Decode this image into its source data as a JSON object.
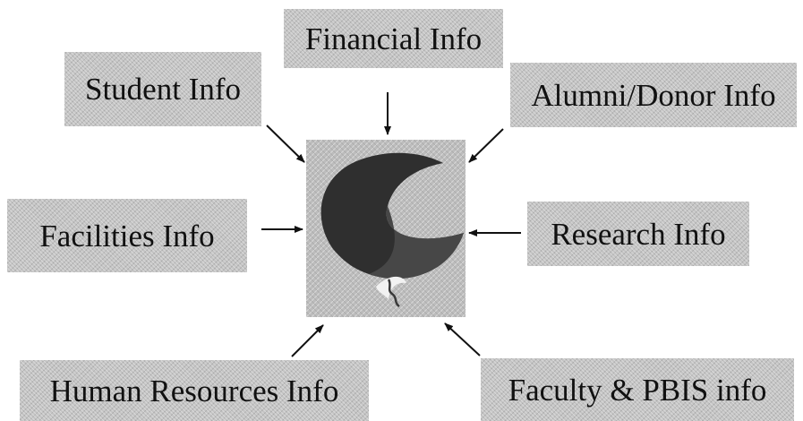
{
  "nodes": {
    "financial": "Financial Info",
    "student": "Student Info",
    "alumni": "Alumni/Donor Info",
    "facilities": "Facilities Info",
    "research": "Research Info",
    "human_resources": "Human Resources Info",
    "faculty": "Faculty & PBIS info"
  },
  "edges": [
    {
      "from": "financial",
      "to": "center"
    },
    {
      "from": "student",
      "to": "center"
    },
    {
      "from": "alumni",
      "to": "center"
    },
    {
      "from": "facilities",
      "to": "center"
    },
    {
      "from": "research",
      "to": "center"
    },
    {
      "from": "human_resources",
      "to": "center"
    },
    {
      "from": "faculty",
      "to": "center"
    }
  ],
  "colors": {
    "box_fill": "#c4c4c4",
    "text": "#111111",
    "logo_dark": "#2b2b2b",
    "logo_mid": "#4a4a4a",
    "logo_background": "#b9b9b9"
  },
  "center_icon": "logo-crescent-icon"
}
